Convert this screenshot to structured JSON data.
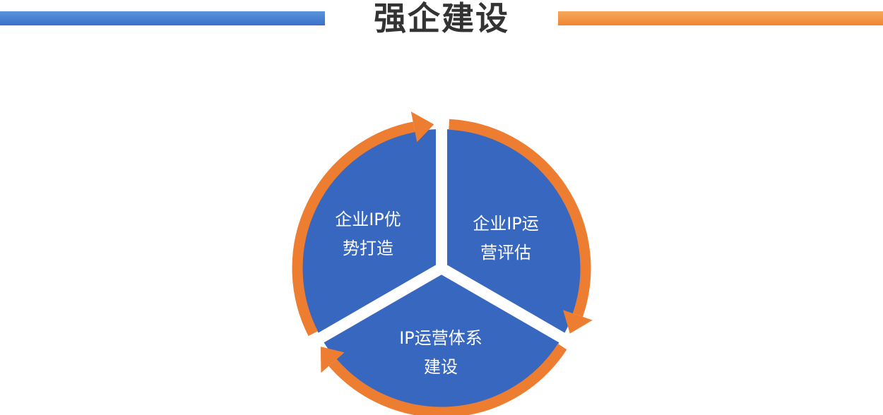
{
  "header": {
    "title": "强企建设"
  },
  "colors": {
    "segment_fill": "#3867c0",
    "ring": "#ed7d31",
    "left_bar": "#3f73c9",
    "right_bar": "#f28a3a",
    "title_text": "#333333"
  },
  "cycle": {
    "segments": [
      {
        "line1": "企业IP优",
        "line2": "势打造"
      },
      {
        "line1": "企业IP运",
        "line2": "营评估"
      },
      {
        "line1": "IP运营体系",
        "line2": "建设"
      }
    ]
  }
}
